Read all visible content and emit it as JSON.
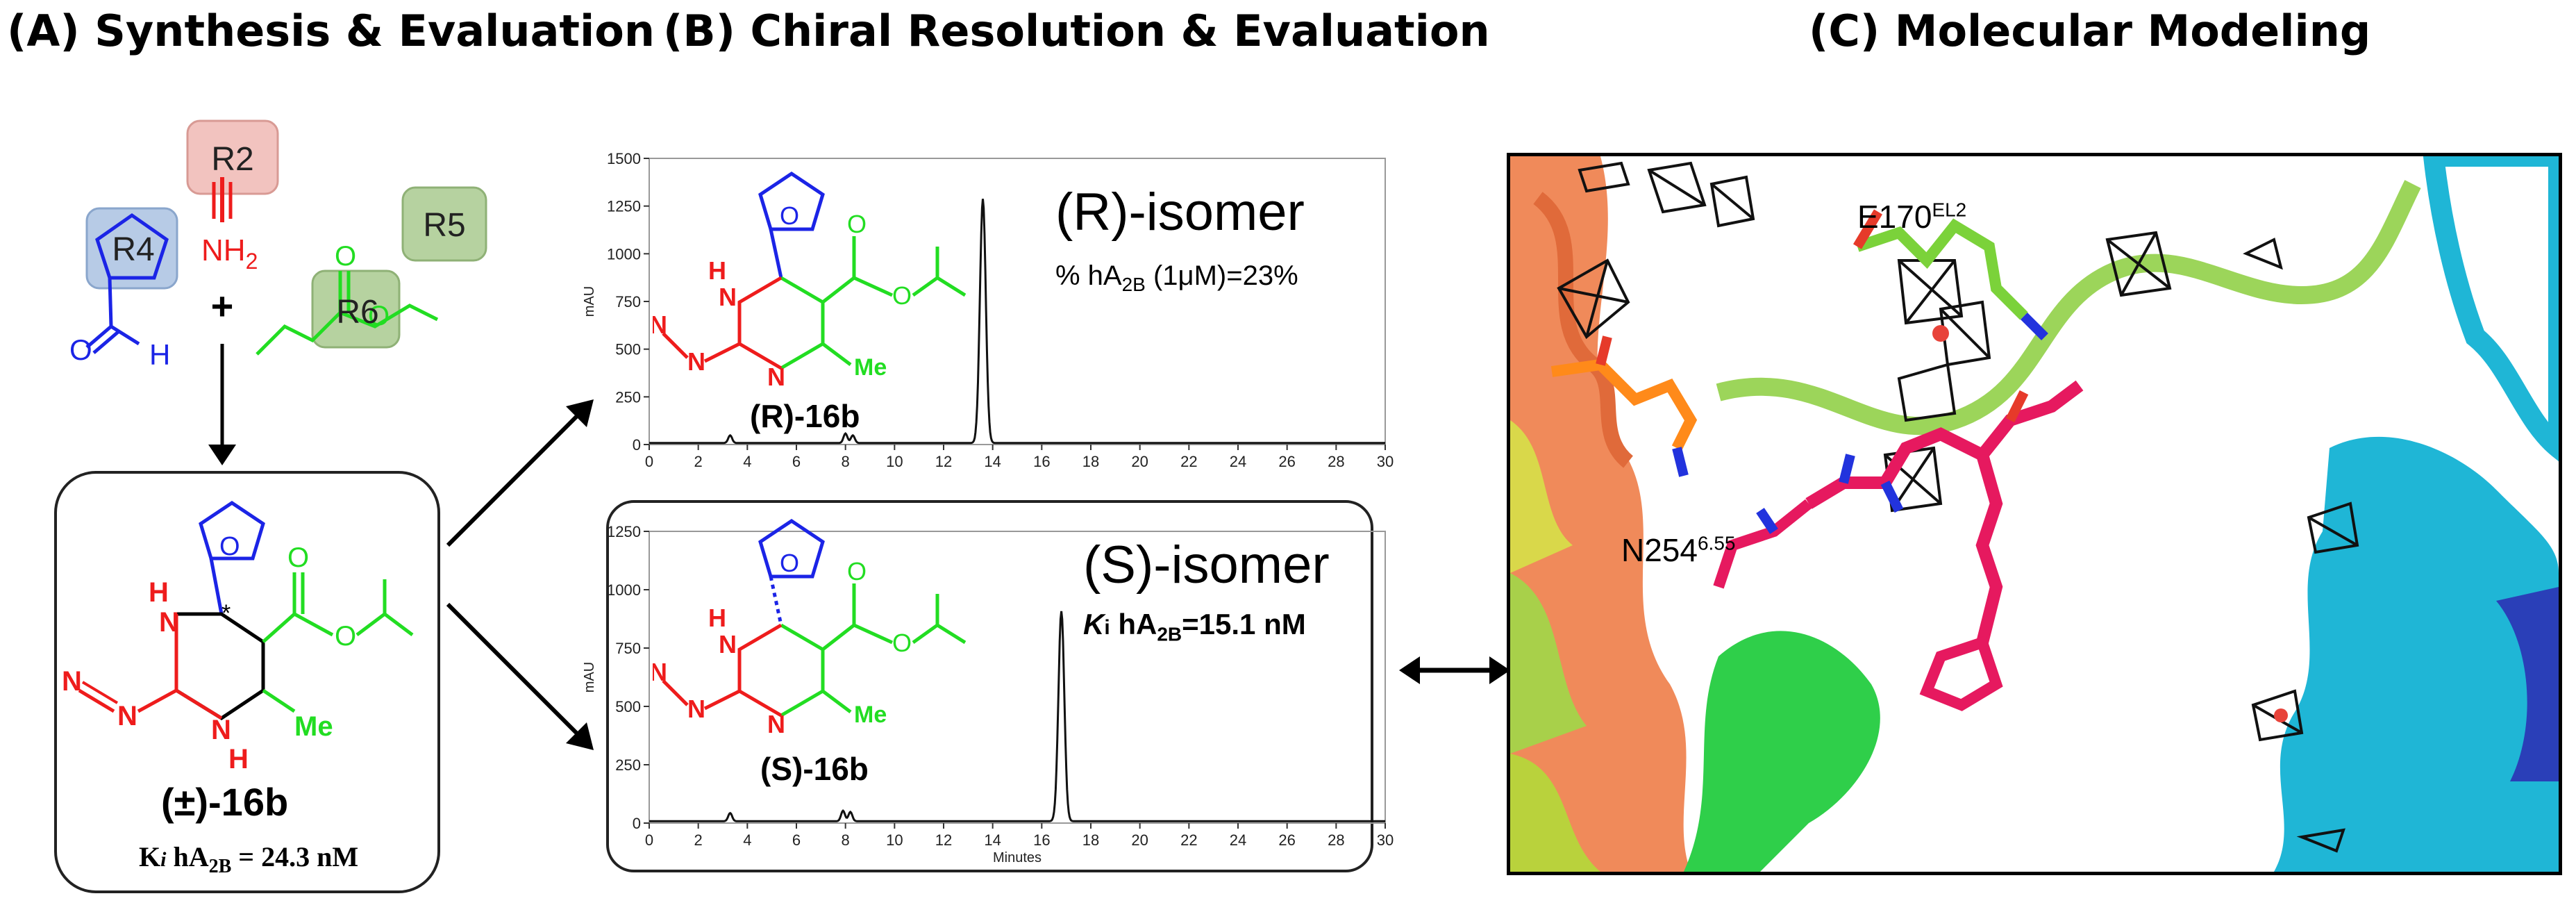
{
  "titles": {
    "a": "(A) Synthesis & Evaluation",
    "b": "(B) Chiral Resolution & Evaluation",
    "c": "(C) Molecular Modeling"
  },
  "panel_a": {
    "r_groups": [
      "R2",
      "R4",
      "R5",
      "R6"
    ],
    "plus": "+",
    "nh2": "NH",
    "nh2_sub": "2",
    "compound_label": "(±)-16b",
    "ki_k": "K",
    "ki_i": "i",
    "ki_text": " hA",
    "ki_sub": "2B",
    "ki_value": " = 24.3 nM"
  },
  "panel_b": {
    "r_isomer": {
      "title": "(R)-isomer",
      "activity_prefix": "% hA",
      "activity_sub": "2B",
      "activity_suffix": " (1μM)=23%",
      "compound_label": "(R)-16b"
    },
    "s_isomer": {
      "title": "(S)-isomer",
      "ki_k": "K",
      "ki_i": "i",
      "ki_mid": " hA",
      "ki_sub": "2B",
      "ki_value": "=15.1 nM",
      "compound_label": "(S)-16b"
    },
    "ylabel": "mAU",
    "xlabel": "Minutes",
    "atoms": {
      "n": "N",
      "h": "H",
      "o": "O",
      "me": "Me"
    }
  },
  "panel_c": {
    "residue1": "E170",
    "residue1_sup": "EL2",
    "residue2": "N254",
    "residue2_sup": "6.55"
  },
  "colors": {
    "blue": "#1b24e6",
    "red": "#ee1c1c",
    "green": "#22dd22",
    "orange": "#f07a45",
    "magenta": "#e6195f",
    "cyan": "#1fb6d6"
  },
  "chart_data": [
    {
      "type": "line",
      "title": "",
      "xlabel": "",
      "ylabel": "mAU",
      "xlim": [
        0,
        30
      ],
      "ylim": [
        0,
        1500
      ],
      "xticks": [
        0,
        2,
        4,
        6,
        8,
        10,
        12,
        14,
        16,
        18,
        20,
        22,
        24,
        26,
        28,
        30
      ],
      "yticks": [
        0,
        250,
        500,
        750,
        1000,
        1250,
        1500
      ],
      "peaks": [
        {
          "x": 3.3,
          "y": 40
        },
        {
          "x": 8.0,
          "y": 50
        },
        {
          "x": 8.3,
          "y": 40
        },
        {
          "x": 13.6,
          "y": 1280
        }
      ]
    },
    {
      "type": "line",
      "title": "",
      "xlabel": "Minutes",
      "ylabel": "mAU",
      "xlim": [
        0,
        30
      ],
      "ylim": [
        0,
        1250
      ],
      "xticks": [
        0,
        2,
        4,
        6,
        8,
        10,
        12,
        14,
        16,
        18,
        20,
        22,
        24,
        26,
        28,
        30
      ],
      "yticks": [
        0,
        250,
        500,
        750,
        1000,
        1250
      ],
      "peaks": [
        {
          "x": 3.3,
          "y": 35
        },
        {
          "x": 7.9,
          "y": 45
        },
        {
          "x": 8.2,
          "y": 40
        },
        {
          "x": 16.8,
          "y": 900
        }
      ]
    }
  ]
}
